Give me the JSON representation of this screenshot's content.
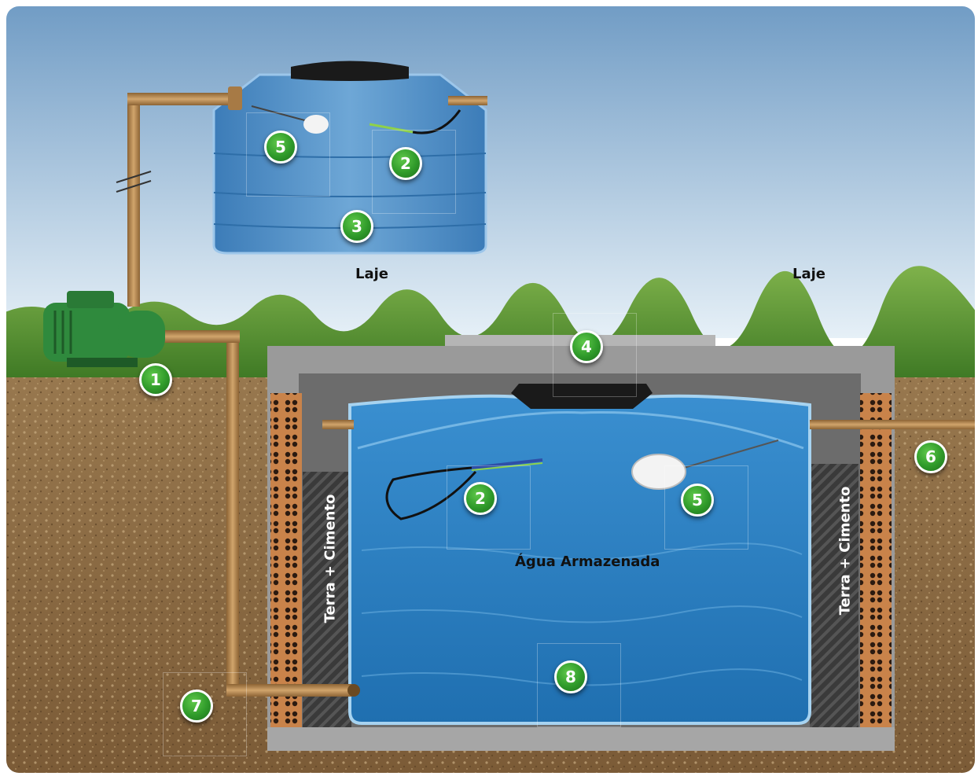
{
  "labels": {
    "laje_left": "Laje",
    "laje_right": "Laje",
    "agua": "Água Armazenada",
    "terra_left": "Terra + Cimento",
    "terra_right": "Terra + Cimento"
  },
  "markers": [
    {
      "id": "m1",
      "number": "1",
      "part": "pump"
    },
    {
      "id": "m2a",
      "number": "2",
      "part": "upper-tank-level-sensor"
    },
    {
      "id": "m3",
      "number": "3",
      "part": "upper-tank"
    },
    {
      "id": "m5a",
      "number": "5",
      "part": "upper-tank-float-valve"
    },
    {
      "id": "m4",
      "number": "4",
      "part": "cistern-lid"
    },
    {
      "id": "m2b",
      "number": "2",
      "part": "cistern-level-sensor"
    },
    {
      "id": "m5b",
      "number": "5",
      "part": "cistern-float-valve"
    },
    {
      "id": "m6",
      "number": "6",
      "part": "inlet-pipe"
    },
    {
      "id": "m7",
      "number": "7",
      "part": "suction-pipe"
    },
    {
      "id": "m8",
      "number": "8",
      "part": "cistern-bottom"
    }
  ],
  "colors": {
    "sky_top": "#6f9bc4",
    "sky_bottom": "#e3eef6",
    "grass": "#5f9a3a",
    "soil": "#8a6a43",
    "concrete": "#8f8f8f",
    "water": "#2f82c2",
    "pipe": "#b58a55",
    "pump": "#2f8a3d",
    "marker": "#2f9a2a",
    "brick": "#c9834a"
  }
}
